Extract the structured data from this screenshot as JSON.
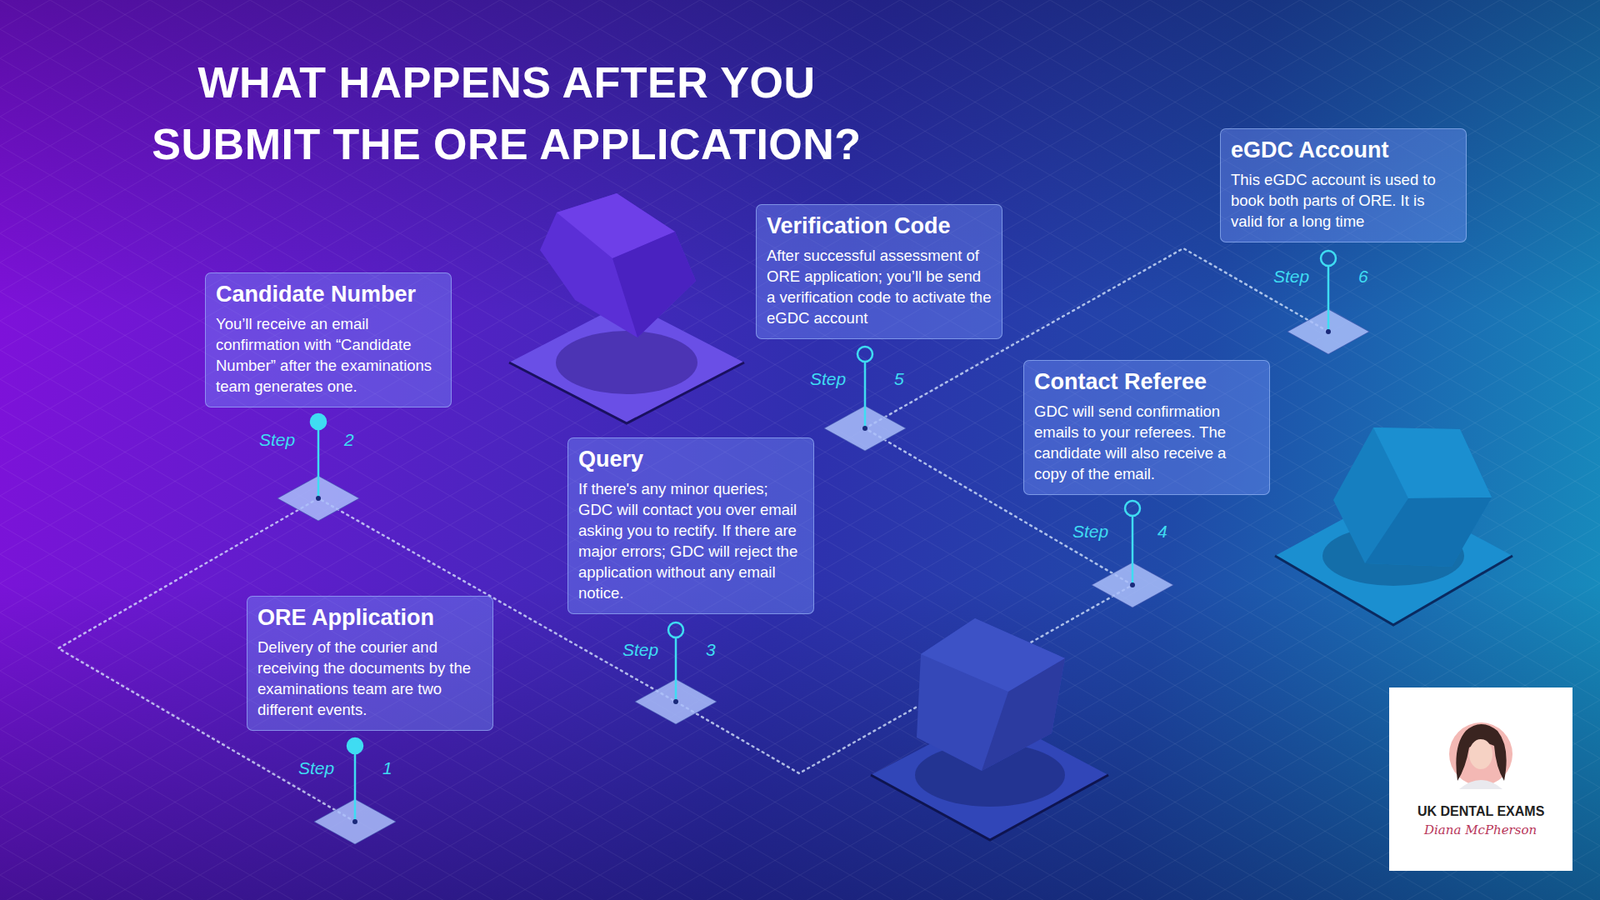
{
  "diagram": {
    "title": "WHAT HAPPENS AFTER YOU SUBMIT THE ORE APPLICATION?",
    "nodes": [
      {
        "text": [
          "Candidate Number",
          "You’ll receive an email confirmation with “Candidate Number” after the examinations team generates one."
        ]
      },
      {
        "text": [
          "ORE Application",
          "Delivery of the courier and receiving the documents by the examinations team are two different events."
        ]
      },
      {
        "text": [
          "Query",
          "If there's any minor queries; GDC will contact you over email asking you to rectify. If there are major errors; GDC will reject the application without any email notice."
        ]
      },
      {
        "text": [
          "Verification Code",
          "After successful assessment of ORE application; you’ll be send a verification code to activate the eGDC account"
        ]
      },
      {
        "text": [
          "Contact Referee",
          "GDC will send confirmation emails to your referees. The candidate will also receive a copy of the email."
        ]
      },
      {
        "text": [
          "eGDC Account",
          "This eGDC account is used to book both parts of ORE. It is valid for a long time"
        ]
      }
    ],
    "labels": [
      "Step",
      "1",
      "Step",
      "2",
      "Step",
      "3",
      "Step",
      "4",
      "Step",
      "5",
      "Step",
      "6",
      "UK DENTAL EXAMS",
      "Diana McPherson"
    ]
  }
}
